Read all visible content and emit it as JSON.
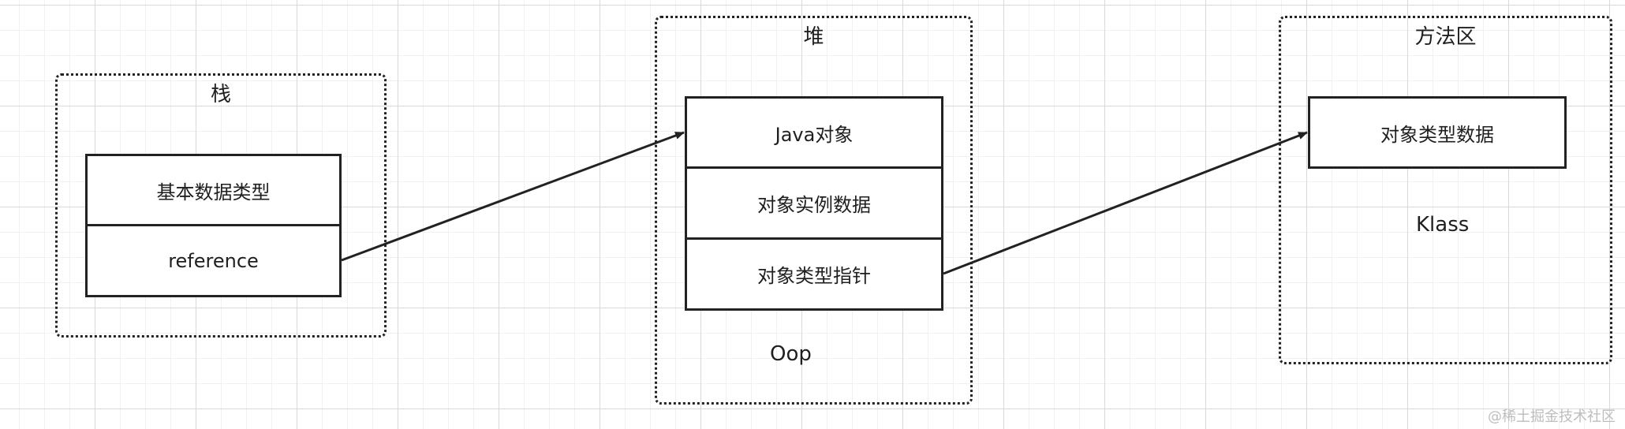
{
  "stack": {
    "title": "栈",
    "fields": [
      "基本数据类型",
      "reference"
    ]
  },
  "heap": {
    "title": "堆",
    "fields": [
      "Java对象",
      "对象实例数据",
      "对象类型指针"
    ],
    "label": "Oop"
  },
  "method_area": {
    "title": "方法区",
    "fields": [
      "对象类型数据"
    ],
    "label": "Klass"
  },
  "watermark": "@稀土掘金技术社区",
  "colors": {
    "stroke": "#222222",
    "grid": "#d9d9d9",
    "background": "#ffffff"
  }
}
